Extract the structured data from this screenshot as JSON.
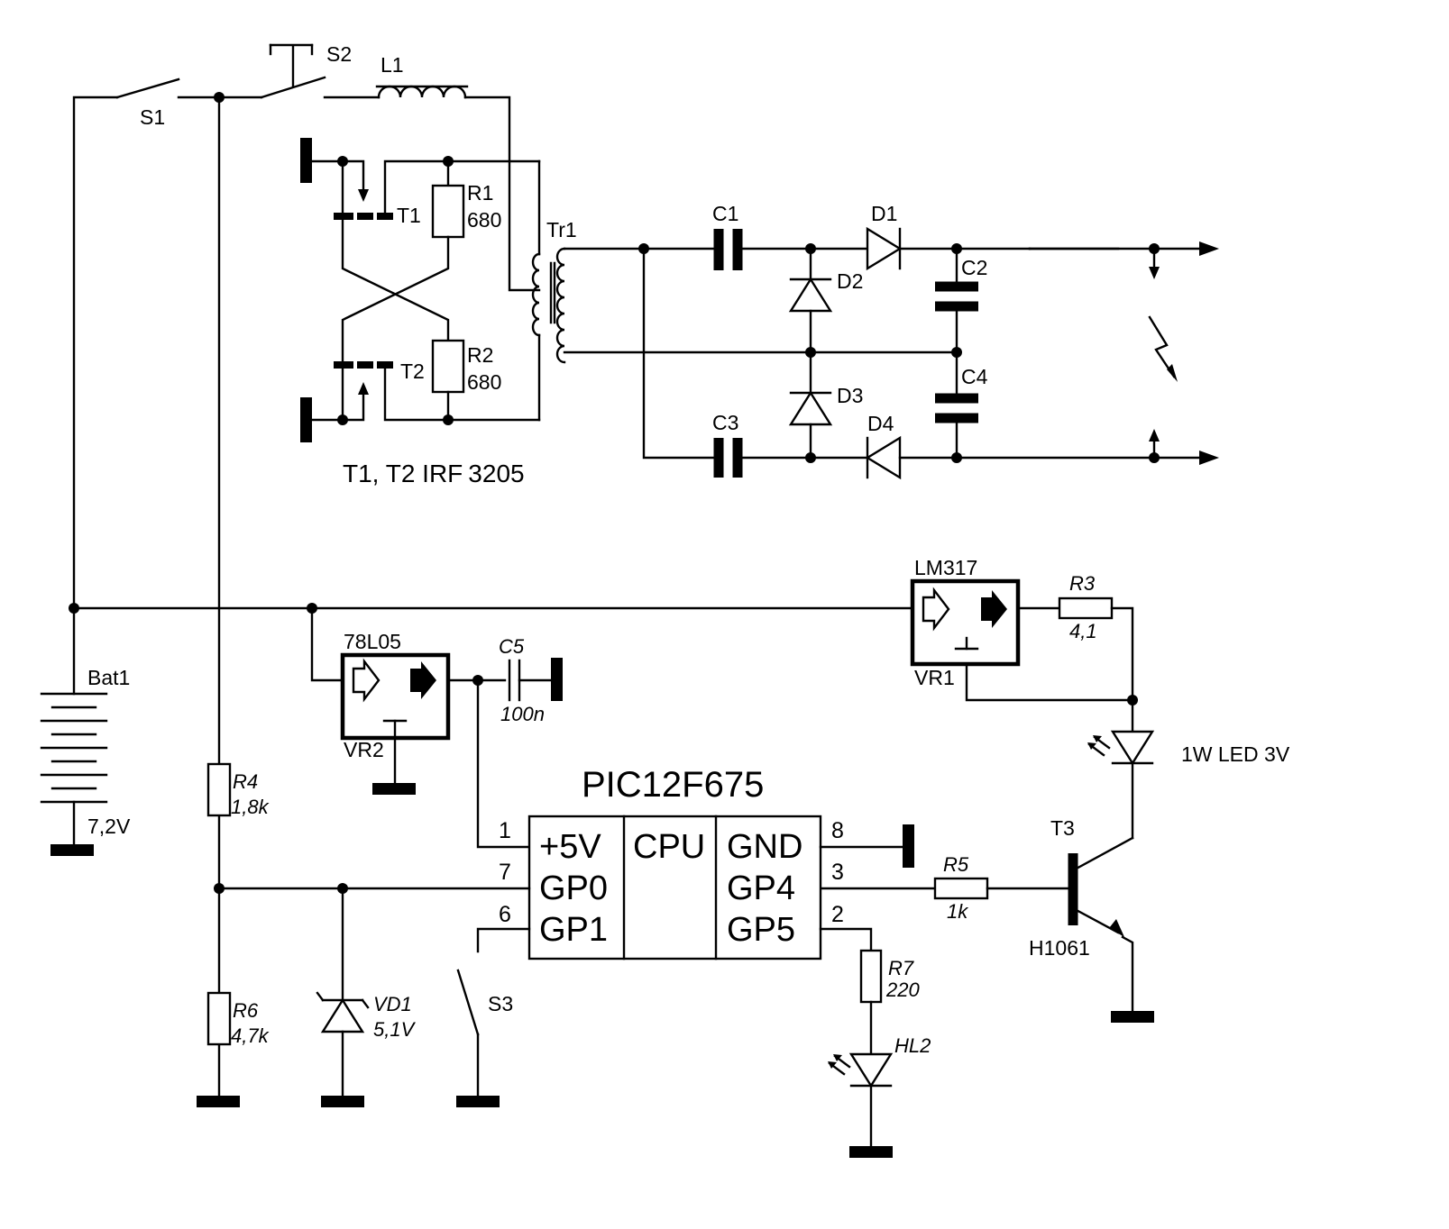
{
  "switches": {
    "s1": "S1",
    "s2": "S2",
    "s3": "S3"
  },
  "inductor": {
    "name": "L1"
  },
  "transformer": {
    "name": "Tr1"
  },
  "mosfets": {
    "t1": "T1",
    "t2": "T2",
    "type_label": "T1, T2 IRF",
    "type_number": "3205"
  },
  "resistors": {
    "r1": {
      "name": "R1",
      "value": "680"
    },
    "r2": {
      "name": "R2",
      "value": "680"
    },
    "r3": {
      "name": "R3",
      "value": "4,1"
    },
    "r4": {
      "name": "R4",
      "value": "1,8k"
    },
    "r5": {
      "name": "R5",
      "value": "1k"
    },
    "r6": {
      "name": "R6",
      "value": "4,7k"
    },
    "r7": {
      "name": "R7",
      "value": "220"
    }
  },
  "capacitors": {
    "c1": "C1",
    "c2": "C2",
    "c3": "C3",
    "c4": "C4",
    "c5": {
      "name": "C5",
      "value": "100n"
    }
  },
  "diodes": {
    "d1": "D1",
    "d2": "D2",
    "d3": "D3",
    "d4": "D4"
  },
  "zener": {
    "name": "VD1",
    "value": "5,1V"
  },
  "battery": {
    "name": "Bat1",
    "voltage": "7,2V"
  },
  "regulators": {
    "vr1": {
      "part": "LM317",
      "name": "VR1"
    },
    "vr2": {
      "part": "78L05",
      "name": "VR2"
    }
  },
  "led_power": {
    "label": "1W LED 3V"
  },
  "led_indicator": {
    "name": "HL2"
  },
  "transistor": {
    "name": "T3",
    "part": "H1061"
  },
  "mcu": {
    "title": "PIC12F675",
    "core": "CPU",
    "left_pins": [
      {
        "num": "1",
        "name": "+5V"
      },
      {
        "num": "7",
        "name": "GP0"
      },
      {
        "num": "6",
        "name": "GP1"
      }
    ],
    "right_pins": [
      {
        "num": "8",
        "name": "GND"
      },
      {
        "num": "3",
        "name": "GP4"
      },
      {
        "num": "2",
        "name": "GP5"
      }
    ]
  }
}
